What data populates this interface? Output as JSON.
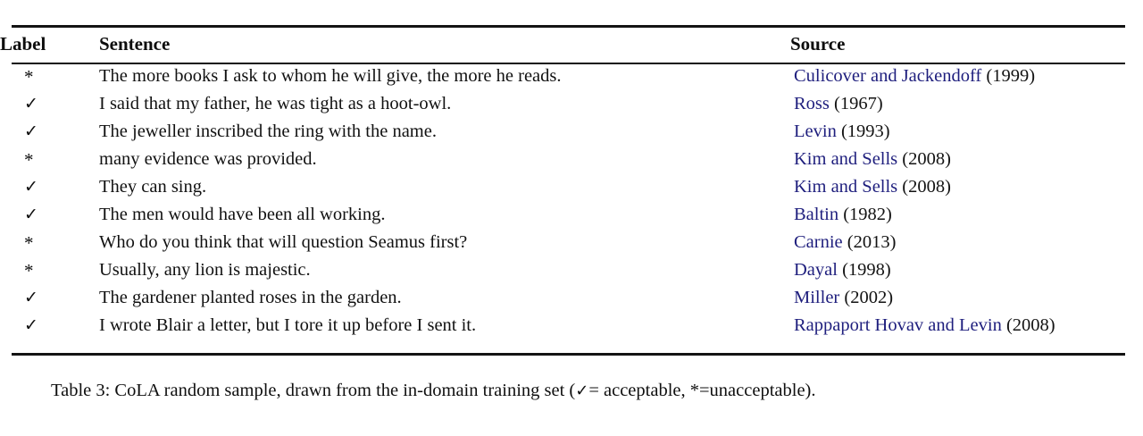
{
  "figure": {
    "header": {
      "label": "Label",
      "sentence": "Sentence",
      "source": "Source"
    },
    "rows": [
      {
        "label": "*",
        "label_kind": "star",
        "sentence": "The more books I ask to whom he will give, the more he reads.",
        "source_author": "Culicover and Jackendoff",
        "source_year": "(1999)"
      },
      {
        "label": "✓",
        "label_kind": "check",
        "sentence": "I said that my father, he was tight as a hoot-owl.",
        "source_author": "Ross",
        "source_year": "(1967)"
      },
      {
        "label": "✓",
        "label_kind": "check",
        "sentence": "The jeweller inscribed the ring with the name.",
        "source_author": "Levin",
        "source_year": "(1993)"
      },
      {
        "label": "*",
        "label_kind": "star",
        "sentence": "many evidence was provided.",
        "source_author": "Kim and Sells",
        "source_year": "(2008)"
      },
      {
        "label": "✓",
        "label_kind": "check",
        "sentence": "They can sing.",
        "source_author": "Kim and Sells",
        "source_year": "(2008)"
      },
      {
        "label": "✓",
        "label_kind": "check",
        "sentence": "The men would have been all working.",
        "source_author": "Baltin",
        "source_year": "(1982)"
      },
      {
        "label": "*",
        "label_kind": "star",
        "sentence": "Who do you think that will question Seamus first?",
        "source_author": "Carnie",
        "source_year": "(2013)"
      },
      {
        "label": "*",
        "label_kind": "star",
        "sentence": "Usually, any lion is majestic.",
        "source_author": "Dayal",
        "source_year": "(1998)"
      },
      {
        "label": "✓",
        "label_kind": "check",
        "sentence": "The gardener planted roses in the garden.",
        "source_author": "Miller",
        "source_year": "(2002)"
      },
      {
        "label": "✓",
        "label_kind": "check",
        "sentence": "I wrote Blair a letter, but I tore it up before I sent it.",
        "source_author": "Rappaport Hovav and Levin",
        "source_year": "(2008)"
      }
    ],
    "caption": {
      "prefix": "Table 3: CoLA random sample, drawn from the in-domain training set (",
      "check_glyph": "✓",
      "suffix": "= acceptable, *=unacceptable)."
    },
    "colors": {
      "citation_link": "#1e1e7d",
      "text": "#111111",
      "rule": "#131313",
      "background": "#ffffff"
    }
  }
}
